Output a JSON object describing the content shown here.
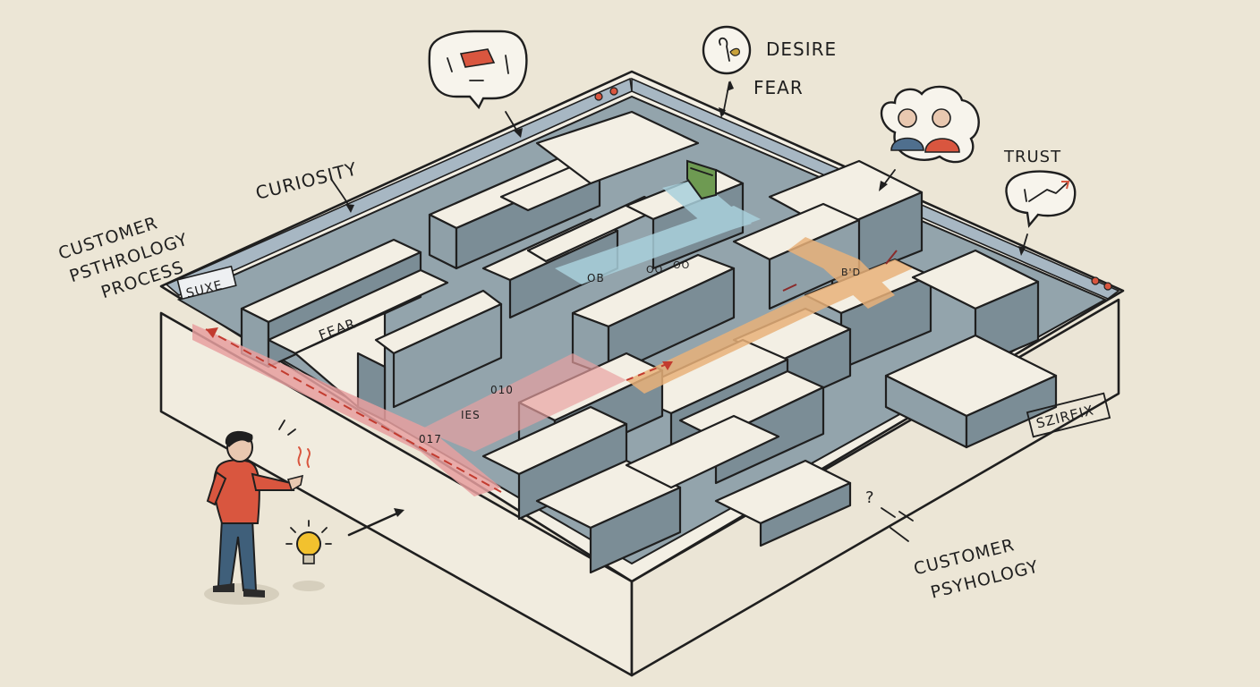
{
  "labels": {
    "process_title_line1": "CUSTOMER",
    "process_title_line2": "PSTHROLOGY",
    "process_title_line3": "PROCESS",
    "curiosity": "CURIOSITY",
    "desire": "DESIRE",
    "fear_top": "FEAR",
    "trust": "TRUST",
    "fear_maze": "FEAR",
    "psychology_line1": "CUSTOMER",
    "psychology_line2": "PSYHOLOGY",
    "sign_left": "SUXE",
    "sign_right": "SZIREIX",
    "path_tags": [
      "017",
      "IES",
      "010",
      "OB",
      "OO",
      "OO",
      "B'D"
    ],
    "question_mark": "?"
  },
  "colors": {
    "background": "#ece6d6",
    "maze_wall": "#8fa0a8",
    "path_red": "#e8a0a0",
    "path_orange": "#e9b27a",
    "path_blue": "#a9d0dc",
    "person_shirt": "#d9563f",
    "person_pants": "#3f5f7a",
    "bulb": "#f2c12e"
  },
  "icons": [
    "person-figure-icon",
    "lightbulb-icon",
    "speech-bubble-icon",
    "thought-cloud-icon",
    "desire-circle-icon",
    "trust-chart-icon",
    "exit-door-icon"
  ]
}
